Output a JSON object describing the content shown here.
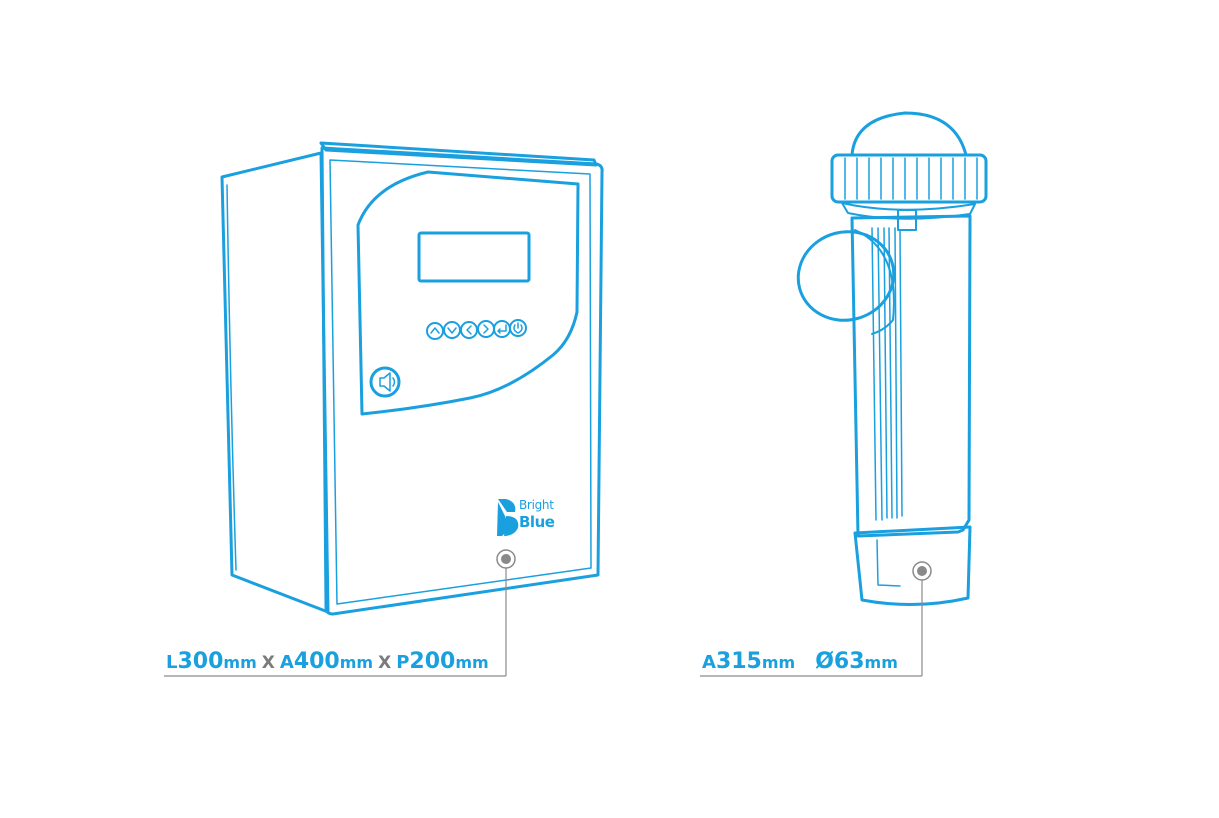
{
  "brand": {
    "line1": "Bright",
    "line2": "Blue"
  },
  "control_unit": {
    "dimensions": {
      "l_prefix": "L",
      "l_value": "300",
      "l_unit": "mm",
      "sep1": "X",
      "a_prefix": "A",
      "a_value": "400",
      "a_unit": "mm",
      "sep2": "X",
      "p_prefix": "P",
      "p_value": "200",
      "p_unit": "mm"
    }
  },
  "cell": {
    "dimensions": {
      "a_prefix": "A",
      "a_value": "315",
      "a_unit": "mm",
      "diameter_value": "Ø63",
      "diameter_unit": "mm"
    }
  },
  "colors": {
    "line": "#1aa0df",
    "leader": "#8a8a8a",
    "separator": "#7b7b7b"
  }
}
